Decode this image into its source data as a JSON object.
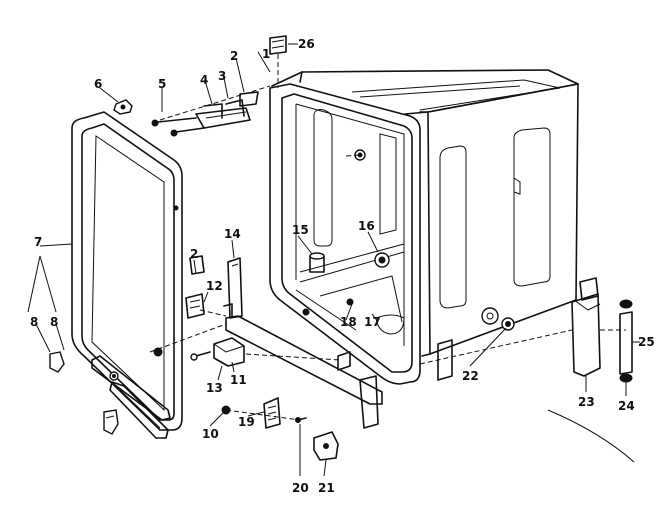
{
  "diagram": {
    "labels": [
      {
        "id": "1",
        "text": "1"
      },
      {
        "id": "2a",
        "text": "2"
      },
      {
        "id": "2b",
        "text": "2"
      },
      {
        "id": "3",
        "text": "3"
      },
      {
        "id": "4",
        "text": "4"
      },
      {
        "id": "5",
        "text": "5"
      },
      {
        "id": "6",
        "text": "6"
      },
      {
        "id": "7",
        "text": "7"
      },
      {
        "id": "8a",
        "text": "8"
      },
      {
        "id": "8b",
        "text": "8"
      },
      {
        "id": "10",
        "text": "10"
      },
      {
        "id": "11",
        "text": "11"
      },
      {
        "id": "12",
        "text": "12"
      },
      {
        "id": "13",
        "text": "13"
      },
      {
        "id": "14",
        "text": "14"
      },
      {
        "id": "15",
        "text": "15"
      },
      {
        "id": "16",
        "text": "16"
      },
      {
        "id": "17",
        "text": "17"
      },
      {
        "id": "18",
        "text": "18"
      },
      {
        "id": "19",
        "text": "19"
      },
      {
        "id": "20",
        "text": "20"
      },
      {
        "id": "21",
        "text": "21"
      },
      {
        "id": "22",
        "text": "22"
      },
      {
        "id": "23",
        "text": "23"
      },
      {
        "id": "24",
        "text": "24"
      },
      {
        "id": "25",
        "text": "25"
      },
      {
        "id": "26",
        "text": "26"
      }
    ]
  }
}
